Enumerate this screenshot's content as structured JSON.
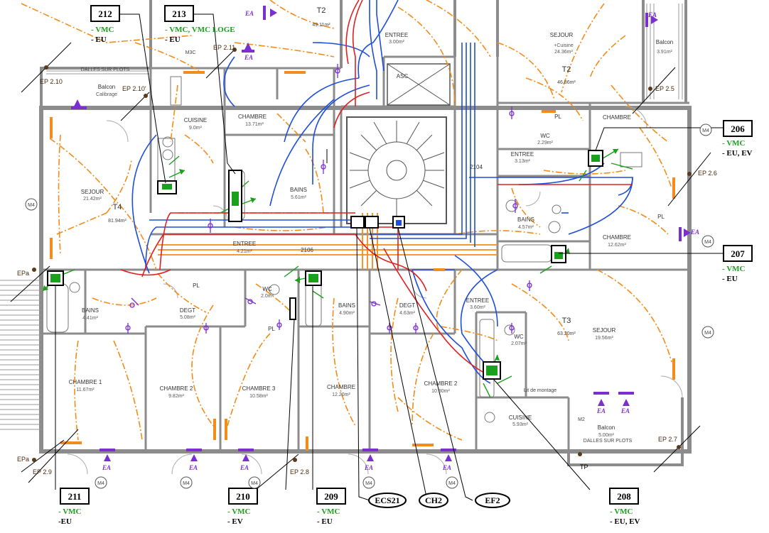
{
  "callouts": [
    {
      "id": "c212",
      "num": "212",
      "lines": [
        "- VMC",
        "- EU"
      ]
    },
    {
      "id": "c213",
      "num": "213",
      "lines": [
        "- VMC, VMC LOGE",
        "- EU"
      ]
    },
    {
      "id": "c206",
      "num": "206",
      "lines": [
        "- VMC",
        "- EU, EV"
      ]
    },
    {
      "id": "c207",
      "num": "207",
      "lines": [
        "- VMC",
        "- EU"
      ]
    },
    {
      "id": "c211",
      "num": "211",
      "lines": [
        "- VMC",
        "-EU"
      ]
    },
    {
      "id": "c210",
      "num": "210",
      "lines": [
        "- VMC",
        "- EV"
      ]
    },
    {
      "id": "c209",
      "num": "209",
      "lines": [
        "- VMC",
        "- EU"
      ]
    },
    {
      "id": "c208",
      "num": "208",
      "lines": [
        "- VMC",
        "- EU, EV"
      ]
    }
  ],
  "shaft_labels": [
    "ECS21",
    "CH2",
    "EF2"
  ],
  "ep_labels": [
    "EP 2.10",
    "EP 2.10'",
    "EP 2.11",
    "EP 2.5",
    "EP 2.6",
    "EP 2.7",
    "EP 2.8",
    "EP 2.9",
    "EPa",
    "EPa"
  ],
  "ea_label": "EA",
  "apartments": [
    {
      "id": "t2-top",
      "name": "T2",
      "area": "49.11m²"
    },
    {
      "id": "t2-right",
      "name": "T2",
      "area": "46.86m²"
    },
    {
      "id": "t4",
      "name": "T4",
      "area": "81.94m²"
    },
    {
      "id": "t3",
      "name": "T3",
      "area": "63.20m²"
    }
  ],
  "rooms": [
    {
      "id": "entree-top",
      "name": "ENTREE",
      "area": "3.00m²"
    },
    {
      "id": "sejour-cuisine",
      "name": "SEJOUR",
      "name2": "+Cuisine",
      "area": "24.36m²"
    },
    {
      "id": "balcon-top-right",
      "name": "Balcon",
      "area": "3.91m²"
    },
    {
      "id": "cuisine-left",
      "name": "CUISINE",
      "area": "9.0m²"
    },
    {
      "id": "chambre-top",
      "name": "CHAMBRE",
      "area": "13.71m²"
    },
    {
      "id": "balcon-left",
      "name": "Balcon",
      "area": "Calibrage"
    },
    {
      "id": "sejour-left",
      "name": "SEJOUR",
      "area": "21.42m²"
    },
    {
      "id": "bains-center",
      "name": "BAINS",
      "area": "5.61m²"
    },
    {
      "id": "entree-left",
      "name": "ENTREE",
      "area": "4.21m²"
    },
    {
      "id": "wc-right",
      "name": "WC",
      "area": "2.29m²"
    },
    {
      "id": "entree-right",
      "name": "ENTREE",
      "area": "3.13m²"
    },
    {
      "id": "chambre-right-top",
      "name": "CHAMBRE",
      "area": ""
    },
    {
      "id": "bains-right",
      "name": "BAINS",
      "area": "4.57m²"
    },
    {
      "id": "chambre-right",
      "name": "CHAMBRE",
      "area": "12.62m²"
    },
    {
      "id": "bains-left",
      "name": "BAINS",
      "area": "4.41m²"
    },
    {
      "id": "degt-left",
      "name": "DEGT",
      "area": "5.08m²"
    },
    {
      "id": "wc-left",
      "name": "WC",
      "area": "2.0m²"
    },
    {
      "id": "bains-mid",
      "name": "BAINS",
      "area": "4.90m²"
    },
    {
      "id": "degt-mid",
      "name": "DEGT",
      "area": "4.63m²"
    },
    {
      "id": "entree-t3",
      "name": "ENTREE",
      "area": "3.60m²"
    },
    {
      "id": "wc-t3",
      "name": "WC",
      "area": "2.07m²"
    },
    {
      "id": "sejour-t3",
      "name": "SEJOUR",
      "area": "19.56m²"
    },
    {
      "id": "chambre1",
      "name": "CHAMBRE 1",
      "area": "11.67m²"
    },
    {
      "id": "chambre2-left",
      "name": "CHAMBRE 2",
      "area": "9.82m²"
    },
    {
      "id": "chambre3",
      "name": "CHAMBRE 3",
      "area": "10.58m²"
    },
    {
      "id": "chambre-mid",
      "name": "CHAMBRE",
      "area": "12.20m²"
    },
    {
      "id": "chambre2-mid",
      "name": "CHAMBRE 2",
      "area": "10.30m²"
    },
    {
      "id": "cuisine-t3",
      "name": "CUISINE",
      "area": "5.93m²"
    },
    {
      "id": "balcon-t3",
      "name": "Balcon",
      "area": "5.00m²"
    }
  ],
  "misc": {
    "asc": "ASC",
    "pl": "PL",
    "m4": "M4",
    "m3": "M3C",
    "m2": "M2",
    "tp": "TP",
    "dim1": "2106",
    "dim2": "2104",
    "dalles": "DALLES SUR PLOTS",
    "lit": "Lit de montage"
  },
  "colors": {
    "wall": "#8c8c8c",
    "supply_red": "#e02020",
    "supply_blue": "#1f4ed8",
    "orange": "#f28c1a",
    "green": "#1aa01a",
    "purple": "#7b2fd0",
    "brown": "#5a3a1a"
  }
}
